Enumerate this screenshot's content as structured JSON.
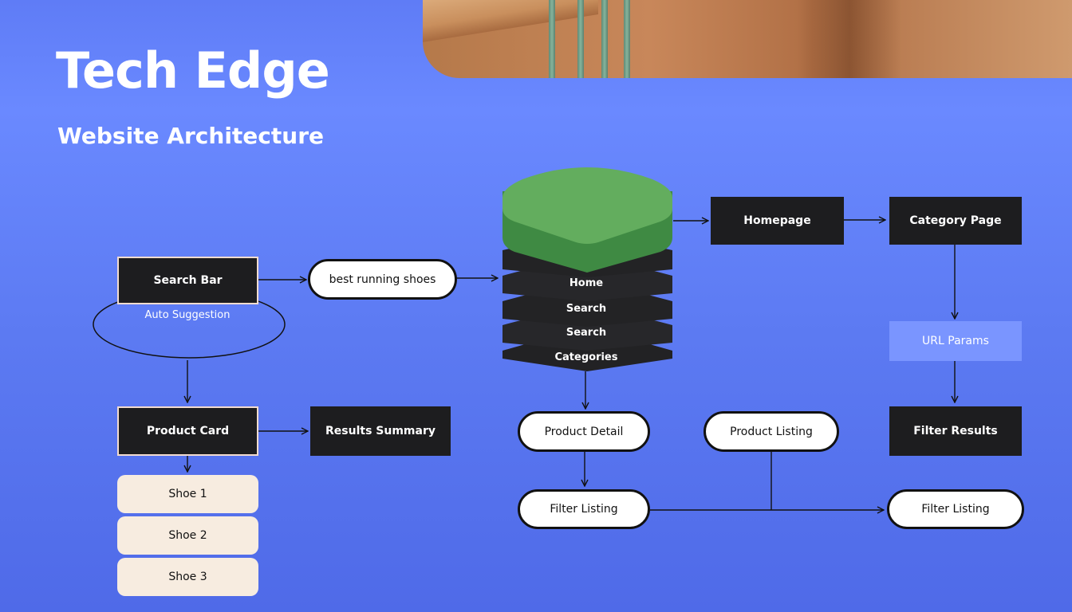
{
  "title": "Tech Edge",
  "subtitle": "Website Architecture",
  "nodes": {
    "search_bar": "Search Bar",
    "auto_suggestion": "Auto Suggestion",
    "query": "best running shoes",
    "product_card": "Product Card",
    "results_summary": "Results Summary",
    "shoes": [
      "Shoe 1",
      "Shoe 2",
      "Shoe 3"
    ],
    "homepage": "Homepage",
    "category_page": "Category Page",
    "url_params": "URL Params",
    "filter_results": "Filter Results",
    "product_detail": "Product Detail",
    "product_listing": "Product Listing",
    "filter_listing_left": "Filter Listing",
    "filter_listing_right": "Filter Listing"
  },
  "database_layers": [
    "Home",
    "Search",
    "Search",
    "Categories"
  ],
  "colors": {
    "background": "#5f7cf6",
    "dark_node": "#1d1d1f",
    "database_top": "#63ad5e",
    "url_params": "#7a95ff",
    "cream_node": "#f7ece0"
  }
}
